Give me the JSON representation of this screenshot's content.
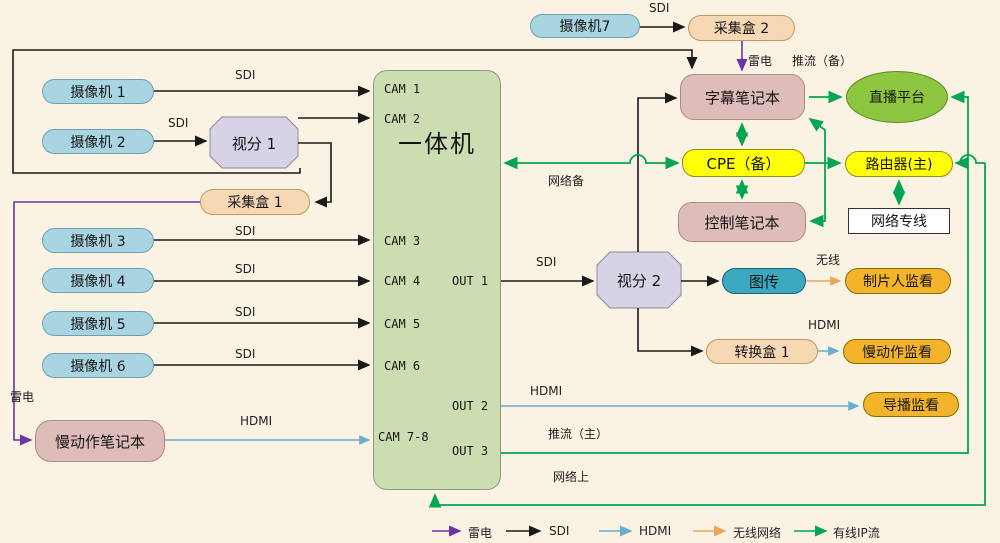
{
  "diagram": {
    "background": "#faf3e4",
    "nodes": {
      "cam1": "摄像机 1",
      "cam2": "摄像机 2",
      "cam3": "摄像机 3",
      "cam4": "摄像机 4",
      "cam5": "摄像机 5",
      "cam6": "摄像机 6",
      "cam7": "摄像机7",
      "capture1": "采集盒 1",
      "capture2": "采集盒 2",
      "vsplit1": "视分 1",
      "vsplit2": "视分 2",
      "switcher": "一体机",
      "subtitle_laptop": "字幕笔记本",
      "control_laptop": "控制笔记本",
      "slowmo_laptop": "慢动作笔记本",
      "cpe": "CPE（备）",
      "router": "路由器(主)",
      "live_platform": "直播平台",
      "dedicated_line": "网络专线",
      "video_transmitter": "图传",
      "converter1": "转换盒 1",
      "producer_monitor": "制片人监看",
      "slowmo_monitor": "慢动作监看",
      "director_monitor": "导播监看"
    },
    "ports": {
      "cam1": "CAM 1",
      "cam2": "CAM 2",
      "cam3": "CAM 3",
      "cam4": "CAM 4",
      "cam5": "CAM 5",
      "cam6": "CAM 6",
      "cam78": "CAM 7-8",
      "out1": "OUT 1",
      "out2": "OUT 2",
      "out3": "OUT 3"
    },
    "labels": {
      "sdi_cam1": "SDI",
      "sdi_cam2": "SDI",
      "sdi_cam3": "SDI",
      "sdi_cam4": "SDI",
      "sdi_cam5": "SDI",
      "sdi_cam6": "SDI",
      "sdi_cam7": "SDI",
      "sdi_out1": "SDI",
      "hdmi_cam78": "HDMI",
      "hdmi_out2": "HDMI",
      "hdmi_converter": "HDMI",
      "thunder_left": "雷电",
      "thunder_top": "雷电",
      "push_backup": "推流（备）",
      "push_main": "推流（主）",
      "net_backup": "网络备",
      "net_main": "网络上",
      "wireless": "无线"
    },
    "legend": [
      {
        "label": "雷电",
        "color": "#6a35a8"
      },
      {
        "label": "SDI",
        "color": "#1a1a1a"
      },
      {
        "label": "HDMI",
        "color": "#68aed0"
      },
      {
        "label": "无线网络",
        "color": "#eda55e"
      },
      {
        "label": "有线IP流",
        "color": "#00a651"
      }
    ],
    "colors": {
      "camera_blue": "#a9d4e2",
      "capture_peach": "#f6d8b4",
      "splitter_lavender": "#d8d2e6",
      "switcher_green": "#cdddb2",
      "laptop_pink": "#debcba",
      "network_yellow": "#ffff08",
      "live_green": "#8dc63f",
      "monitor_amber": "#f3b32b",
      "transmitter_teal": "#3ba8c0",
      "line_thunderbolt": "#6a35a8",
      "line_sdi": "#1a1a1a",
      "line_hdmi": "#68aed0",
      "line_wireless": "#eda55e",
      "line_wired_ip": "#00a651"
    }
  }
}
